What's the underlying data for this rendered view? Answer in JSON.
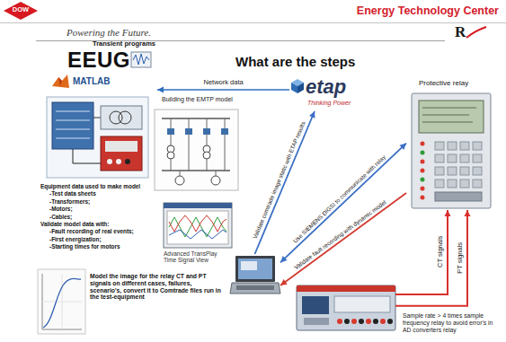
{
  "diagram": {
    "title": "What are the steps",
    "nodes": [
      {
        "text": [
          "Transient programs",
          "EEUG",
          "MATLAB"
        ]
      },
      {
        "text": [
          "etap",
          "Thinking Power"
        ]
      },
      {
        "text": [
          "Protective relay"
        ]
      },
      {
        "text": [
          "Sample rate > 4 times sample frequency relay to avoid error's in AD converters relay"
        ]
      },
      {
        "text": [
          "Model the image for the relay CT and PT signals on different cases, failures, scenario's, convert it to Comtrade files run in the test-equipment"
        ]
      }
    ],
    "edges": [
      {
        "from": 1,
        "to": 0,
        "label": "Network data",
        "arrow": "to"
      },
      {
        "from": 4,
        "to": 1,
        "label": "Validate comtrade image static with ETAP results",
        "arrow": "to"
      },
      {
        "from": 4,
        "to": 2,
        "label": "Use SIEMENS DIGSI to communicate with relay",
        "arrow": "both"
      },
      {
        "from": 2,
        "to": 4,
        "label": "Validate fault recording with dynamic model",
        "arrow": "to"
      },
      {
        "from": 3,
        "to": 2,
        "label": "CT signals",
        "arrow": "to"
      },
      {
        "from": 3,
        "to": 2,
        "label": "PT signals",
        "arrow": "to"
      }
    ],
    "labels": [
      "DOW",
      "Energy Technology Center",
      "Powering the Future.",
      "R",
      "Building the EMTP model",
      "Equipment data used to make model",
      "-Test data sheets",
      "-Transformers;",
      "-Motors;",
      "-Cables;",
      "Validate model data with:",
      "-Fault recording of real events;",
      "-First energization;",
      "-Starting times for motors",
      "Advanced TransPlay Time Signal View"
    ]
  }
}
